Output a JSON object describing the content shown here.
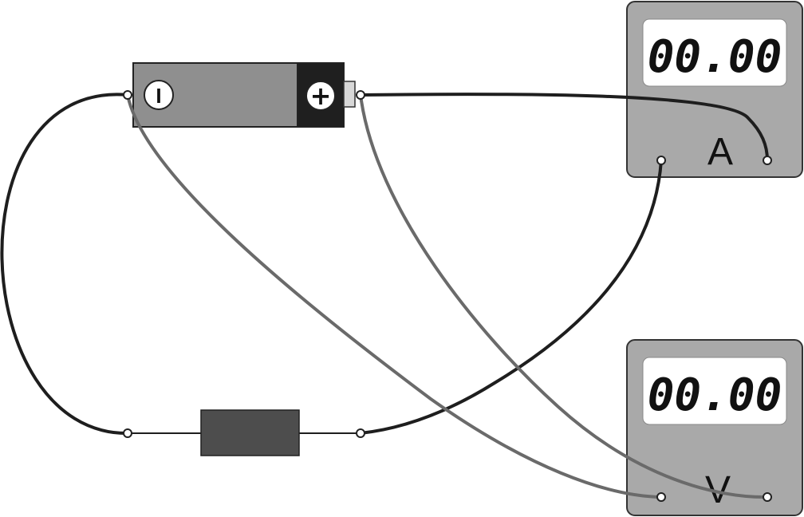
{
  "battery": {
    "negative_symbol": "I",
    "positive_symbol": "+"
  },
  "ammeter": {
    "reading": "00.00",
    "unit": "A"
  },
  "voltmeter": {
    "reading": "00.00",
    "unit": "V"
  },
  "colors": {
    "wire_dark": "#1e1e1e",
    "wire_grey": "#6a6a6a",
    "meter_body": "#a9a9a9",
    "battery_body": "#8f8f8f",
    "battery_cap": "#1f1f1f",
    "resistor": "#4d4d4d"
  }
}
